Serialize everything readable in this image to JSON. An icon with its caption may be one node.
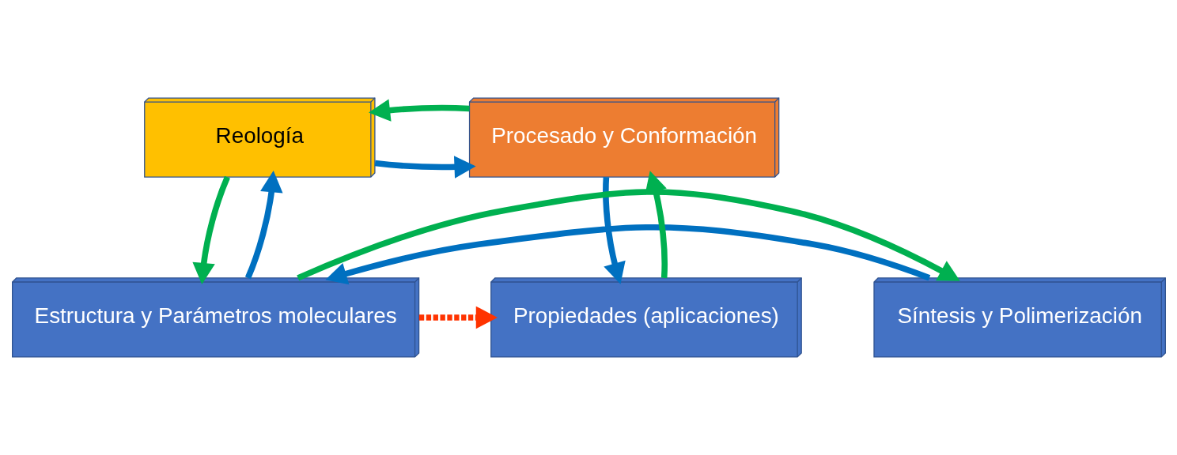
{
  "diagram": {
    "nodes": [
      {
        "text": [
          "Reología"
        ]
      },
      {
        "text": [
          "Procesado y Conformación"
        ]
      },
      {
        "text": [
          "Síntesis y Polimerización"
        ]
      },
      {
        "text": [
          "Estructura y Parámetros moleculares"
        ]
      },
      {
        "text": [
          "Propiedades (aplicaciones)"
        ]
      }
    ],
    "edges": [
      {
        "from": 0,
        "to": 1,
        "arrow": "to",
        "color": "#0070c0"
      },
      {
        "from": 1,
        "to": 0,
        "arrow": "to",
        "color": "#00b050"
      },
      {
        "from": 3,
        "to": 0,
        "arrow": "to",
        "color": "#0070c0"
      },
      {
        "from": 0,
        "to": 3,
        "arrow": "to",
        "color": "#00b050"
      },
      {
        "from": 4,
        "to": 1,
        "arrow": "to",
        "color": "#00b050"
      },
      {
        "from": 1,
        "to": 4,
        "arrow": "to",
        "color": "#0070c0"
      },
      {
        "from": 2,
        "to": 3,
        "arrow": "to",
        "color": "#0070c0"
      },
      {
        "from": 3,
        "to": 2,
        "arrow": "to",
        "color": "#00b050"
      },
      {
        "from": 3,
        "to": 4,
        "arrow": "to",
        "style": "dashed",
        "color": "#ff3300"
      }
    ]
  }
}
